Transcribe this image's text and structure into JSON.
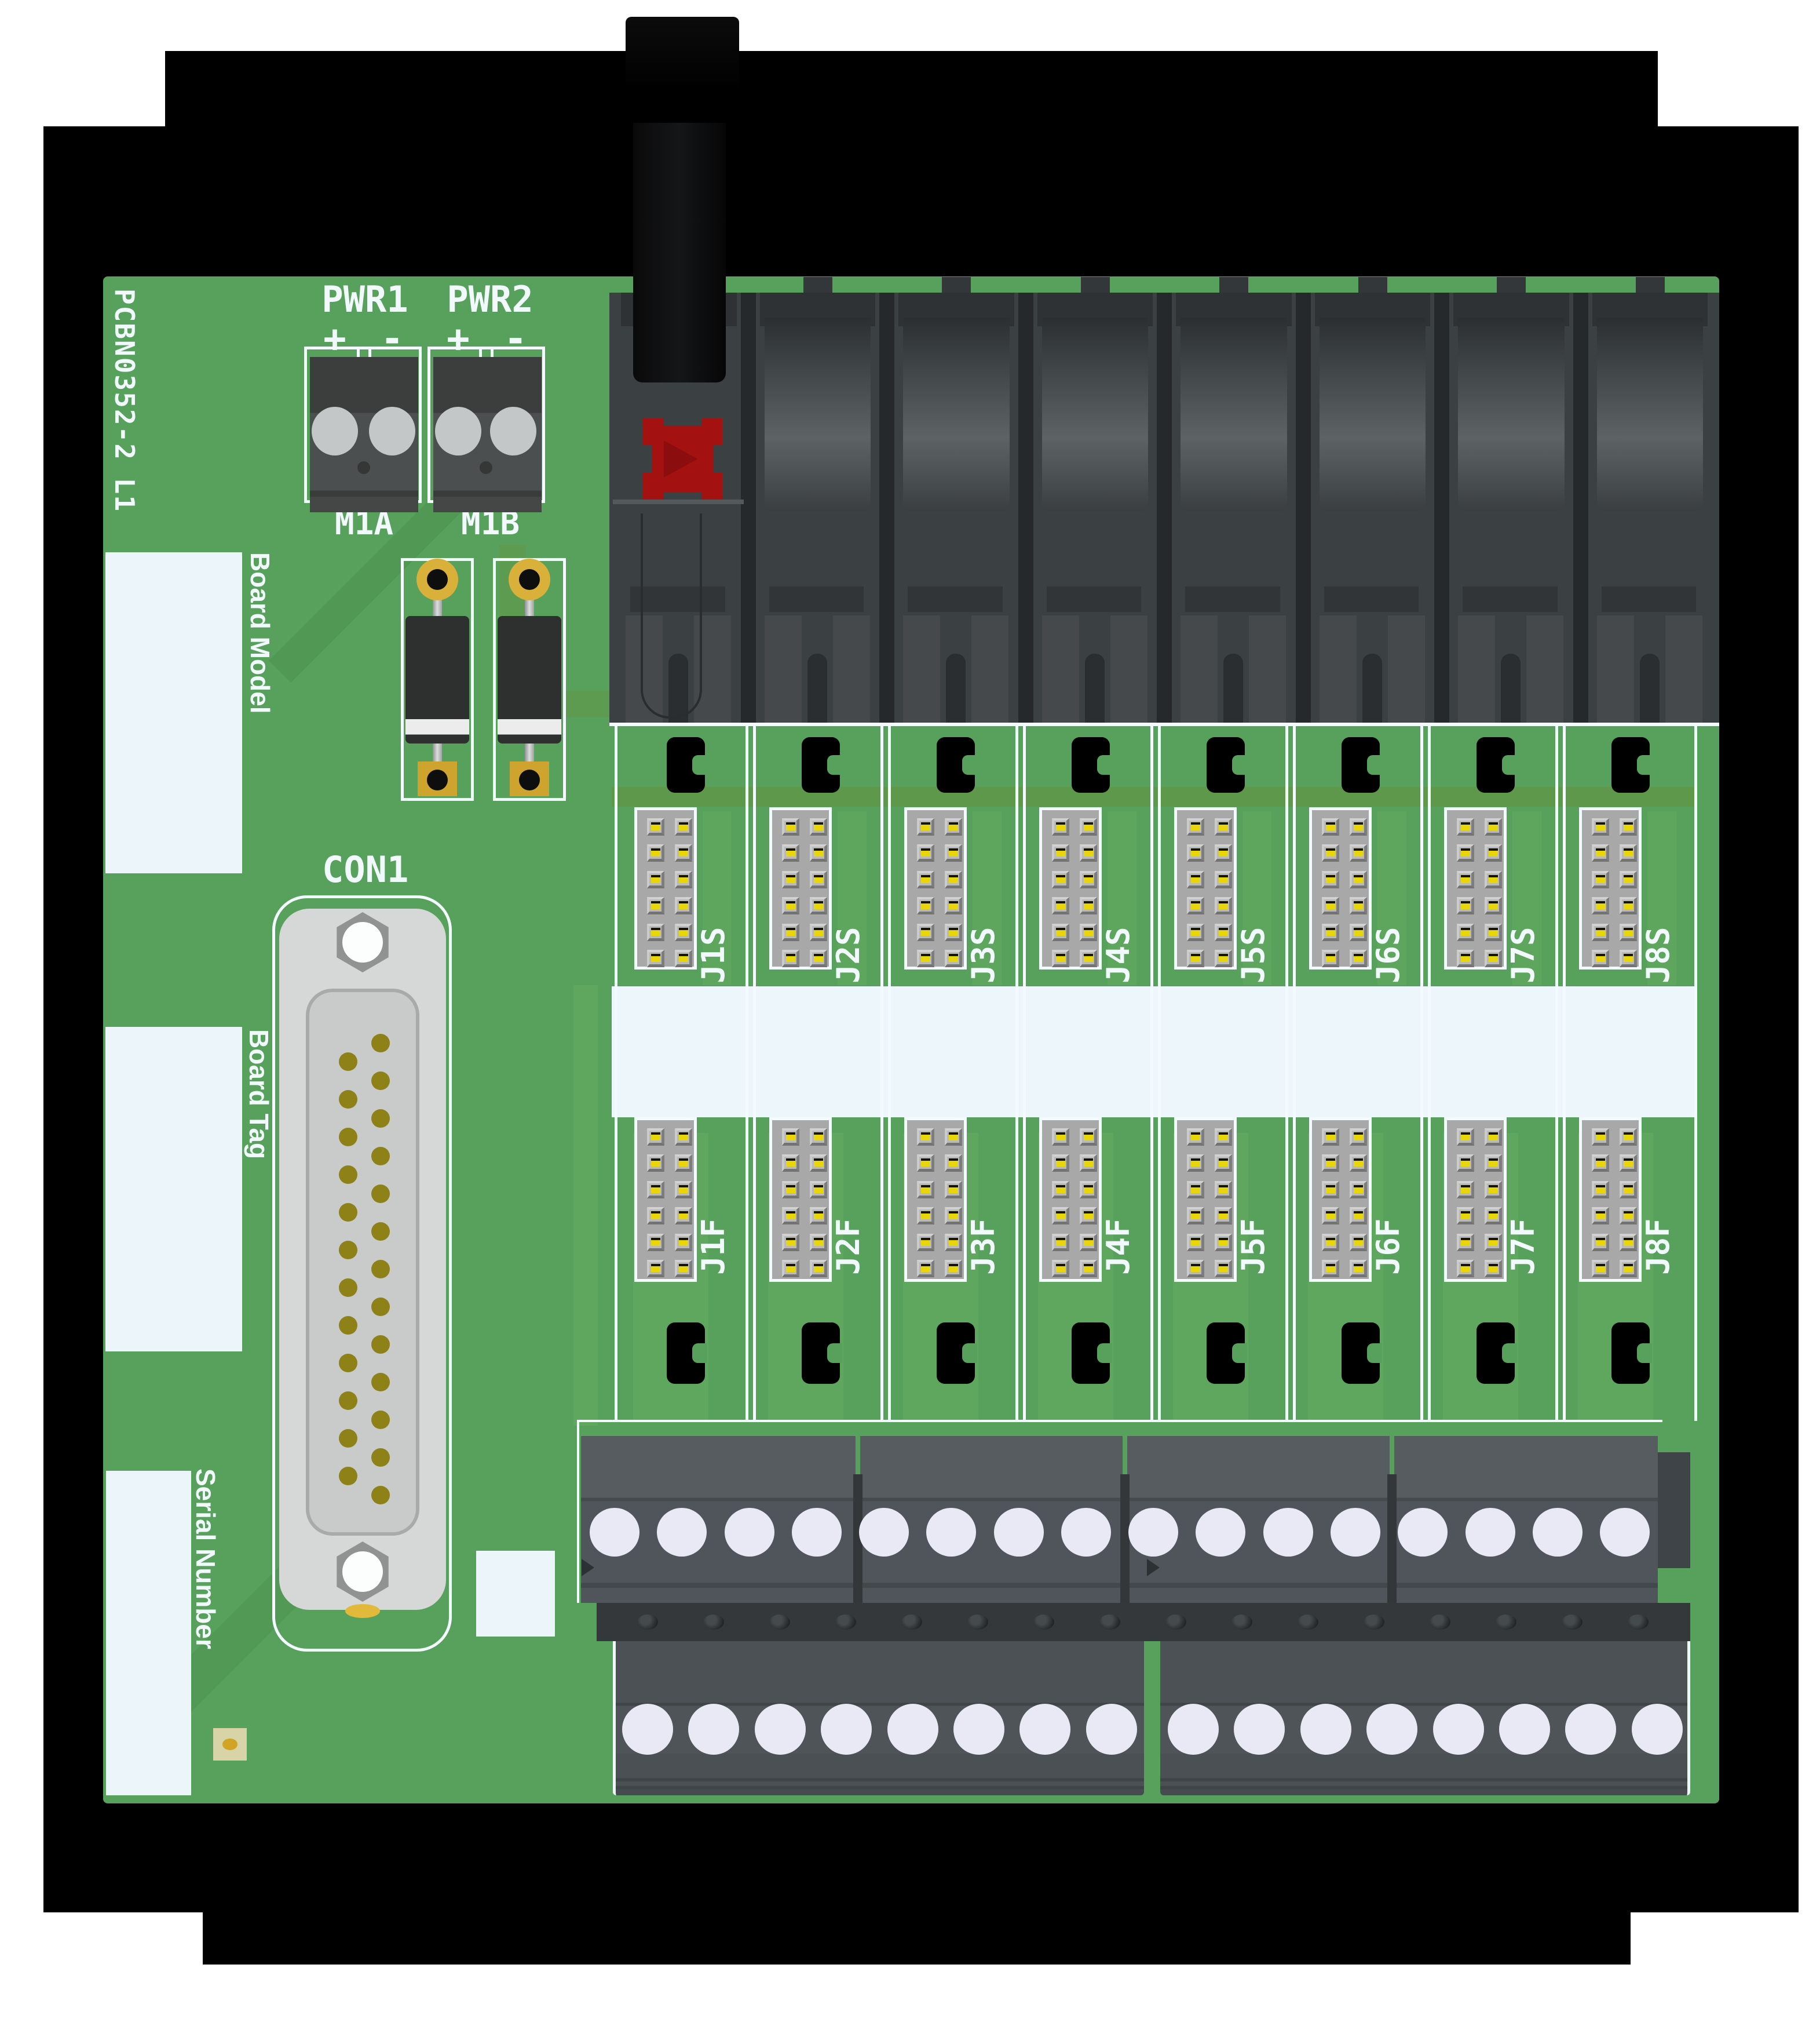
{
  "title": "Relay interface PCB render",
  "silkscreen": {
    "board_id": "PCBN0352-2 L1",
    "pwr1": "PWR1",
    "pwr2": "PWR2",
    "plus": "+",
    "minus": "-",
    "m1a": "M1A",
    "m1b": "M1B",
    "con1": "CON1",
    "board_model": "Board Model",
    "board_tag": "Board Tag",
    "serial_number": "Serial Number"
  },
  "socket_rows": {
    "s_labels": [
      "J1S",
      "J2S",
      "J3S",
      "J4S",
      "J5S",
      "J6S",
      "J7S",
      "J8S"
    ],
    "f_labels": [
      "J1F",
      "J2F",
      "J3F",
      "J4F",
      "J5F",
      "J6F",
      "J7F",
      "J8F"
    ]
  },
  "relays": {
    "count": 8
  },
  "headers": {
    "pin_columns": 2,
    "pin_rows": 6
  },
  "terminals": {
    "upper_segment_count": 4,
    "upper_ovals_per_segment": 4,
    "lower_block_count": 2,
    "lower_ovals_per_block": 8,
    "screw_count": 16
  },
  "connector": {
    "left_pin_count": 12,
    "right_pin_count": 13
  },
  "fuse_count": 2,
  "colors": {
    "pcb_green": "#58a15c",
    "trace_olive": "#5f9747",
    "trace_light": "#66ab60",
    "silkscreen_white": "#f2f9fc",
    "panel_white": "#ebf5fa",
    "frame_black": "#000000",
    "relay_body": "#3b4042",
    "relay_dark": "#26292b",
    "red_key": "#a31111",
    "header_gray": "#a8a8a8",
    "pin_yellow": "#e8d60a",
    "terminal_gray": "#4e5458",
    "terminal_hole": "#e9e9f5",
    "connector_gray": "#d6d7d7",
    "pin_olive": "#8d8118",
    "pad_gold": "#d9b13a"
  }
}
